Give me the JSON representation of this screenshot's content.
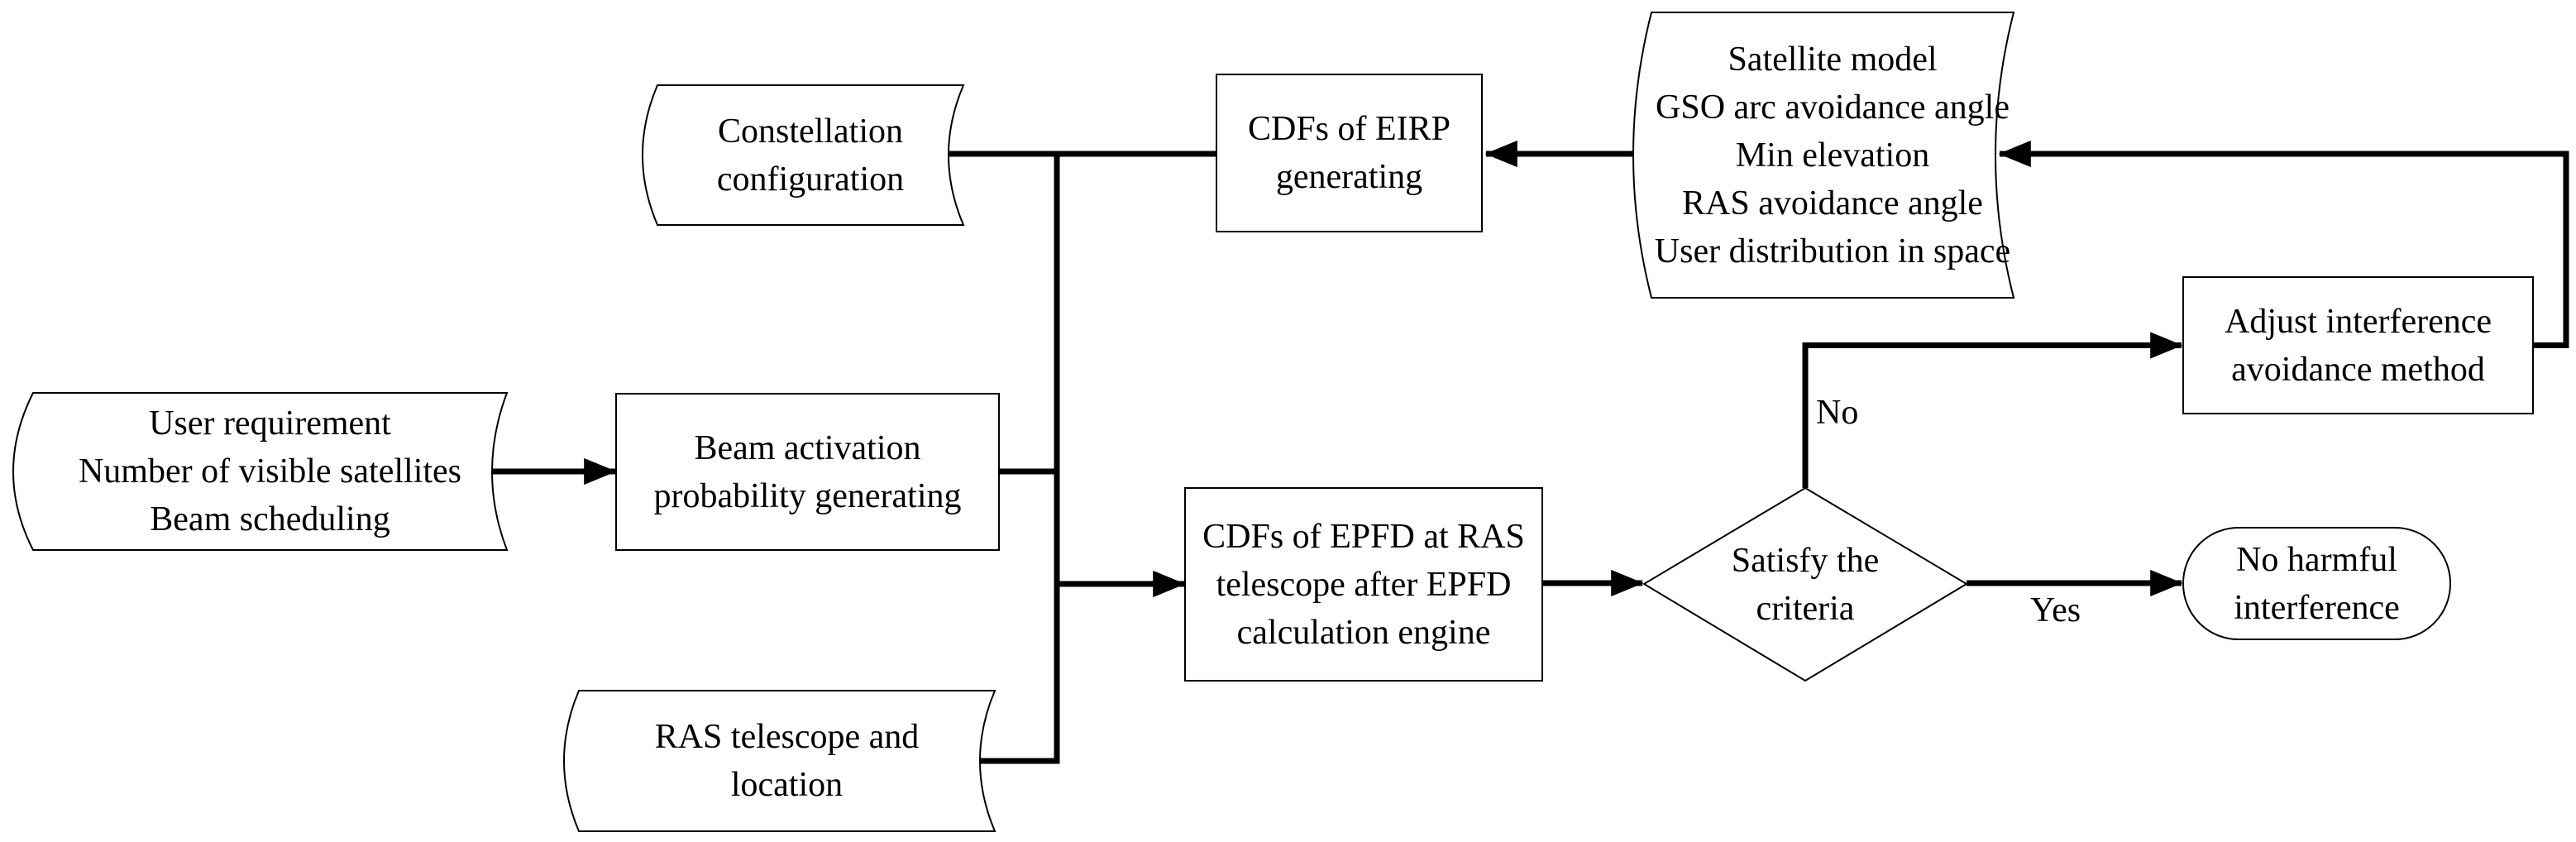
{
  "figure": {
    "type": "flowchart",
    "background_color": "#ffffff",
    "line_color": "#000000",
    "nodes": {
      "user_input": {
        "shape": "stored-data",
        "lines": [
          "User requirement",
          "Number of visible satellites",
          "Beam scheduling"
        ]
      },
      "beam_activation": {
        "shape": "process",
        "lines": [
          "Beam activation",
          "probability generating"
        ]
      },
      "constellation": {
        "shape": "stored-data",
        "lines": [
          "Constellation",
          "configuration"
        ]
      },
      "eirp_cdfs": {
        "shape": "process",
        "lines": [
          "CDFs of EIRP",
          "generating"
        ]
      },
      "satellite_params": {
        "shape": "stored-data",
        "lines": [
          "Satellite model",
          "GSO arc avoidance angle",
          "Min elevation",
          "RAS avoidance angle",
          "User distribution in space"
        ]
      },
      "adjust_method": {
        "shape": "process",
        "lines": [
          "Adjust interference",
          "avoidance method"
        ]
      },
      "epfd_cdfs": {
        "shape": "process",
        "lines": [
          "CDFs of EPFD at RAS",
          "telescope after EPFD",
          "calculation engine"
        ]
      },
      "ras_telescope": {
        "shape": "stored-data",
        "lines": [
          "RAS telescope and",
          "location"
        ]
      },
      "decision": {
        "shape": "decision",
        "lines": [
          "Satisfy the",
          "criteria"
        ]
      },
      "no_harmful": {
        "shape": "terminator",
        "lines": [
          "No harmful",
          "interference"
        ]
      }
    },
    "edge_labels": {
      "no": "No",
      "yes": "Yes"
    }
  }
}
